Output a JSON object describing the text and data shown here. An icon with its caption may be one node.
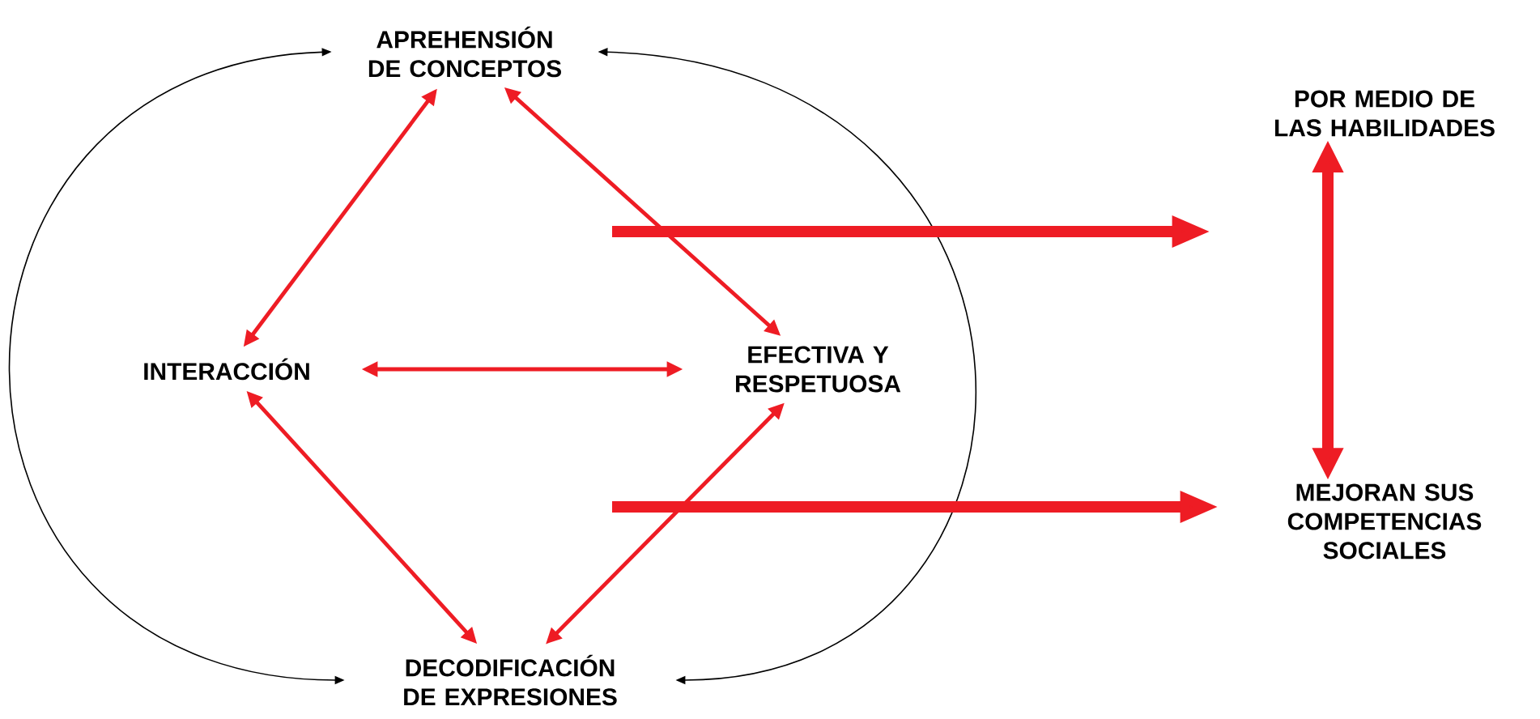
{
  "diagram": {
    "nodes": [
      {
        "text": [
          "APREHENSIÓN DE CONCEPTOS"
        ]
      },
      {
        "text": [
          "INTERACCIÓN"
        ]
      },
      {
        "text": [
          "EFECTIVA Y RESPETUOSA"
        ]
      },
      {
        "text": [
          "DECODIFICACIÓN DE EXPRESIONES"
        ]
      },
      {
        "text": [
          "POR MEDIO DE LAS HABILIDADES"
        ]
      },
      {
        "text": [
          "MEJORAN SUS COMPETENCIAS SOCIALES"
        ]
      }
    ],
    "edges": [
      {
        "from": 0,
        "to": 3,
        "arrow": "both",
        "color": "#000000"
      },
      {
        "from": 0,
        "to": 3,
        "arrow": "both",
        "color": "#000000"
      },
      {
        "from": 0,
        "to": 1,
        "arrow": "both"
      },
      {
        "from": 0,
        "to": 2,
        "arrow": "both"
      },
      {
        "from": 1,
        "to": 2,
        "arrow": "both"
      },
      {
        "from": 1,
        "to": 3,
        "arrow": "both"
      },
      {
        "from": 2,
        "to": 3,
        "arrow": "both"
      },
      {
        "from": null,
        "to": 4,
        "arrow": "to",
        "style": "thick"
      },
      {
        "from": null,
        "to": 5,
        "arrow": "to",
        "style": "thick"
      },
      {
        "from": 4,
        "to": 5,
        "arrow": "both",
        "style": "thick"
      }
    ]
  }
}
